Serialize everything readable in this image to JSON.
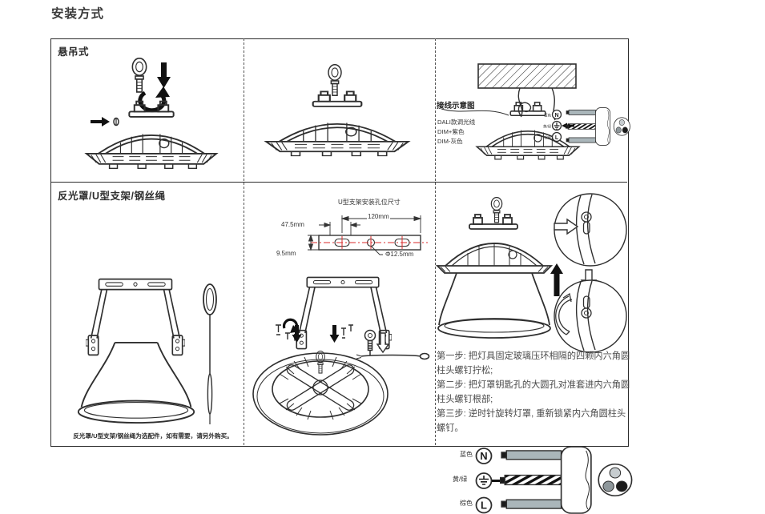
{
  "page": {
    "title": "安装方式"
  },
  "suspension": {
    "label": "悬吊式"
  },
  "wiring": {
    "title": "接线示意图",
    "notes": [
      "DALI款调光线",
      "DIM+紫色",
      "DIM-灰色"
    ],
    "terminals": [
      {
        "color": "蓝色",
        "code": "N"
      },
      {
        "color": "黄/绿",
        "code": ""
      },
      {
        "color": "棕色",
        "code": "L"
      }
    ]
  },
  "bracket": {
    "label": "反光罩/U型支架/钢丝绳",
    "note": "反光罩/U型支架/钢丝绳为选配件，如有需要，请另外购买。",
    "dim": {
      "title": "U型支架安装孔位尺寸",
      "span": "120mm",
      "offset": "47.5mm",
      "thickness": "9.5mm",
      "hole": "Φ12.5mm"
    },
    "steps": [
      "第一步: 把灯具固定玻璃压环相隔的四颗内六角圆柱头螺钉拧松;",
      "第二步: 把灯罩钥匙孔的大圆孔对准套进内六角圆柱头螺钉根部;",
      "第三步: 逆时针旋转灯罩, 重新锁紧内六角圆柱头螺钉。"
    ]
  },
  "legend": {
    "rows": [
      {
        "color": "蓝色",
        "code": "N"
      },
      {
        "color": "黄/绿",
        "code": ""
      },
      {
        "color": "棕色",
        "code": "L"
      }
    ]
  },
  "colors": {
    "line": "#2f2f2f",
    "centerline_red": "#d92b2b",
    "conductor_gray": "#aab6ba"
  }
}
